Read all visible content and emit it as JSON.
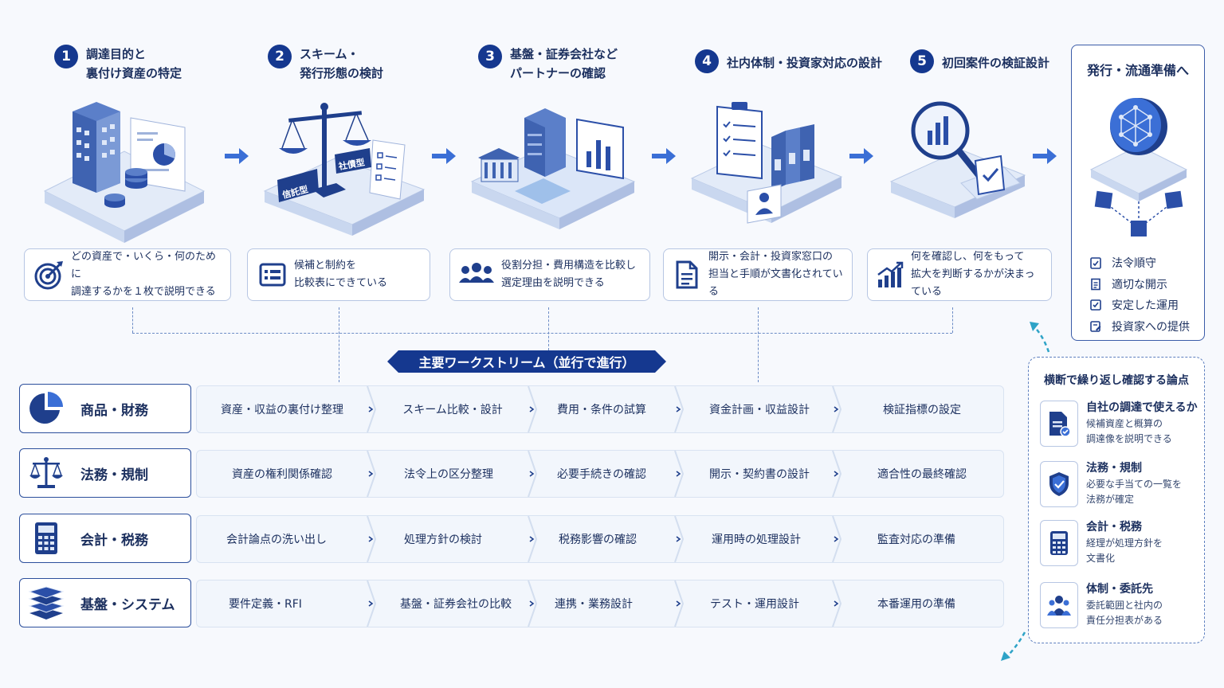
{
  "steps": [
    {
      "num": "1",
      "title": "調達目的と\n裏付け資産の特定",
      "caption": "どの資産で・いくら・何のために\n調達するかを１枚で説明できる",
      "icon": "target-icon",
      "tags": []
    },
    {
      "num": "2",
      "title": "スキーム・\n発行形態の検討",
      "caption": "候補と制約を\n比較表にできている",
      "icon": "table-icon",
      "tags": [
        "信託型",
        "社債型"
      ]
    },
    {
      "num": "3",
      "title": "基盤・証券会社など\nパートナーの確認",
      "caption": "役割分担・費用構造を比較し\n選定理由を説明できる",
      "icon": "team-icon",
      "tags": []
    },
    {
      "num": "4",
      "title": "社内体制・投資家対応の設計",
      "caption": "開示・会計・投資家窓口の\n担当と手順が文書化されている",
      "icon": "document-icon",
      "tags": []
    },
    {
      "num": "5",
      "title": "初回案件の検証設計",
      "caption": "何を確認し、何をもって\n拡大を判断するかが決まっている",
      "icon": "growth-chart-icon",
      "tags": []
    }
  ],
  "final": {
    "title": "発行・流通準備へ",
    "items": [
      "法令順守",
      "適切な開示",
      "安定した運用",
      "投資家への提供"
    ]
  },
  "workstream_banner": "主要ワークストリーム（並行で進行）",
  "workstreams": [
    {
      "label": "商品・財務",
      "icon": "pie-chart-icon",
      "tasks": [
        "資産・収益の裏付け整理",
        "スキーム比較・設計",
        "費用・条件の試算",
        "資金計画・収益設計",
        "検証指標の設定"
      ]
    },
    {
      "label": "法務・規制",
      "icon": "scales-icon",
      "tasks": [
        "資産の権利関係確認",
        "法令上の区分整理",
        "必要手続きの確認",
        "開示・契約書の設計",
        "適合性の最終確認"
      ]
    },
    {
      "label": "会計・税務",
      "icon": "calculator-icon",
      "tasks": [
        "会計論点の洗い出し",
        "処理方針の検討",
        "税務影響の確認",
        "運用時の処理設計",
        "監査対応の準備"
      ]
    },
    {
      "label": "基盤・システム",
      "icon": "layers-icon",
      "tasks": [
        "要件定義・RFI",
        "基盤・証券会社の比較",
        "連携・業務設計",
        "テスト・運用設計",
        "本番運用の準備"
      ]
    }
  ],
  "cross_check": {
    "title": "横断で繰り返し確認する論点",
    "items": [
      {
        "title": "自社の調達で使えるか",
        "body": "候補資産と概算の\n調達像を説明できる",
        "icon": "document-check-icon"
      },
      {
        "title": "法務・規制",
        "body": "必要な手当ての一覧を\n法務が確定",
        "icon": "shield-check-icon"
      },
      {
        "title": "会計・税務",
        "body": "経理が処理方針を\n文書化",
        "icon": "calculator-icon"
      },
      {
        "title": "体制・委託先",
        "body": "委託範囲と社内の\n責任分担表がある",
        "icon": "people-icon"
      }
    ]
  },
  "colors": {
    "primary": "#15388f",
    "accent": "#3b6fd6",
    "light": "#dbe6f8",
    "teal": "#2ea3c7"
  }
}
